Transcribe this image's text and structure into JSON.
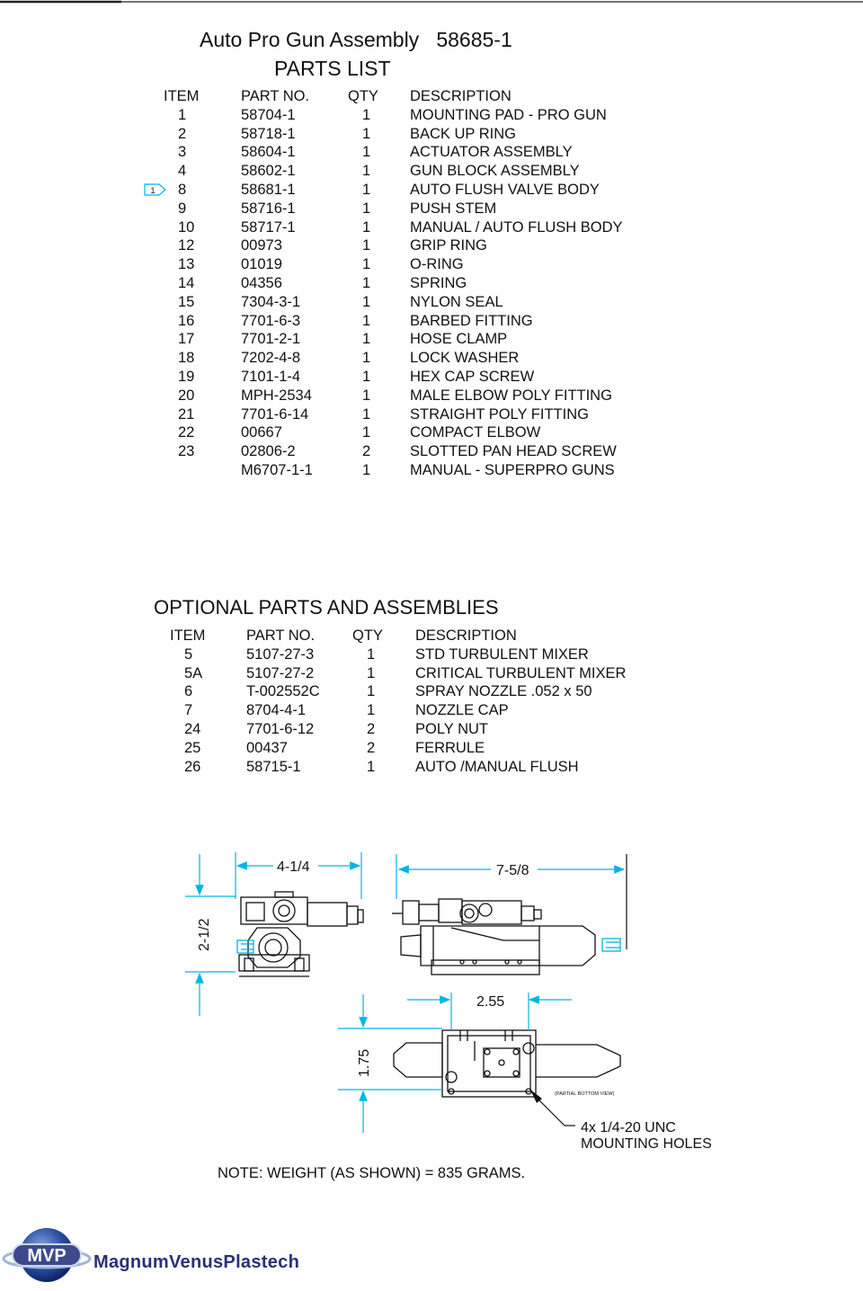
{
  "header": {
    "title": "Auto Pro Gun Assembly   58685-1",
    "subtitle": "PARTS LIST"
  },
  "parts_list": {
    "columns": [
      "ITEM",
      "PART NO.",
      "QTY",
      "DESCRIPTION"
    ],
    "revision_tag": "1",
    "rows": [
      [
        "1",
        "58704-1",
        "1",
        "MOUNTING PAD - PRO GUN"
      ],
      [
        "2",
        "58718-1",
        "1",
        "BACK UP RING"
      ],
      [
        "3",
        "58604-1",
        "1",
        "ACTUATOR ASSEMBLY"
      ],
      [
        "4",
        "58602-1",
        "1",
        "GUN BLOCK ASSEMBLY"
      ],
      [
        "8",
        "58681-1",
        "1",
        "AUTO FLUSH VALVE BODY"
      ],
      [
        "9",
        "58716-1",
        "1",
        "PUSH STEM"
      ],
      [
        "10",
        "58717-1",
        "1",
        "MANUAL / AUTO FLUSH BODY"
      ],
      [
        "12",
        "00973",
        "1",
        "GRIP RING"
      ],
      [
        "13",
        "01019",
        "1",
        "O-RING"
      ],
      [
        "14",
        "04356",
        "1",
        "SPRING"
      ],
      [
        "15",
        "7304-3-1",
        "1",
        "NYLON SEAL"
      ],
      [
        "16",
        "7701-6-3",
        "1",
        "BARBED FITTING"
      ],
      [
        "17",
        "7701-2-1",
        "1",
        "HOSE CLAMP"
      ],
      [
        "18",
        "7202-4-8",
        "1",
        "LOCK WASHER"
      ],
      [
        "19",
        "7101-1-4",
        "1",
        "HEX CAP SCREW"
      ],
      [
        "20",
        "MPH-2534",
        "1",
        "MALE ELBOW POLY FITTING"
      ],
      [
        "21",
        "7701-6-14",
        "1",
        "STRAIGHT POLY FITTING"
      ],
      [
        "22",
        "00667",
        "1",
        "COMPACT ELBOW"
      ],
      [
        "23",
        "02806-2",
        "2",
        "SLOTTED PAN HEAD SCREW"
      ],
      [
        "",
        "M6707-1-1",
        "1",
        "MANUAL - SUPERPRO GUNS"
      ]
    ]
  },
  "optional_parts": {
    "title": "OPTIONAL PARTS AND ASSEMBLIES",
    "columns": [
      "ITEM",
      "PART NO.",
      "QTY",
      "DESCRIPTION"
    ],
    "rows": [
      [
        "5",
        "5107-27-3",
        "1",
        "STD TURBULENT MIXER"
      ],
      [
        "5A",
        "5107-27-2",
        "1",
        "CRITICAL TURBULENT MIXER"
      ],
      [
        "6",
        "T-002552C",
        "1",
        "SPRAY NOZZLE .052 x 50"
      ],
      [
        "7",
        "8704-4-1",
        "1",
        "NOZZLE CAP"
      ],
      [
        "24",
        "7701-6-12",
        "2",
        "POLY NUT"
      ],
      [
        "25",
        "00437",
        "2",
        "FERRULE"
      ],
      [
        "26",
        "58715-1",
        "1",
        "AUTO /MANUAL FLUSH"
      ]
    ]
  },
  "drawing": {
    "dim_width_front": "4-1/4",
    "dim_height_front": "2-1/2",
    "dim_length_side": "7-5/8",
    "dim_bottom_width": "2.55",
    "dim_bottom_height": "1.75",
    "view_label": "(PARTIAL BOTTOM VIEW)",
    "callout_line1": "4x 1/4-20 UNC",
    "callout_line2": "MOUNTING HOLES",
    "dimension_color": "#00b4e6"
  },
  "note": "NOTE:  WEIGHT (AS SHOWN) = 835 GRAMS.",
  "footer": {
    "logo_text": "MVP",
    "brand": "MagnumVenusPlastech",
    "brand_color": "#2a2f7a"
  }
}
